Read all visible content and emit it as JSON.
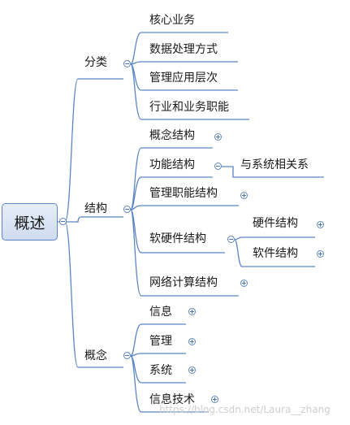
{
  "root": "概述",
  "branches": {
    "fenlei": "分类",
    "jiegou": "结构",
    "gainian": "概念"
  },
  "fenlei_items": [
    "核心业务",
    "数据处理方式",
    "管理应用层次",
    "行业和业务职能"
  ],
  "jiegou_items": {
    "gainian_jiegou": "概念结构",
    "gongneng_jiegou": "功能结构",
    "yu_xitong": "与系统相关系",
    "guanli_zhineng": "管理职能结构",
    "ruanyingjian": "软硬件结构",
    "yingjian": "硬件结构",
    "ruanjian": "软件结构",
    "wangluo": "网络计算结构"
  },
  "gainian_items": [
    "信息",
    "管理",
    "系统",
    "信息技术"
  ],
  "watermark": "https://blog.csdn.net/Laura__zhang",
  "colors": {
    "line": "#5b86c4",
    "root_fill": "#dbe5f4"
  }
}
